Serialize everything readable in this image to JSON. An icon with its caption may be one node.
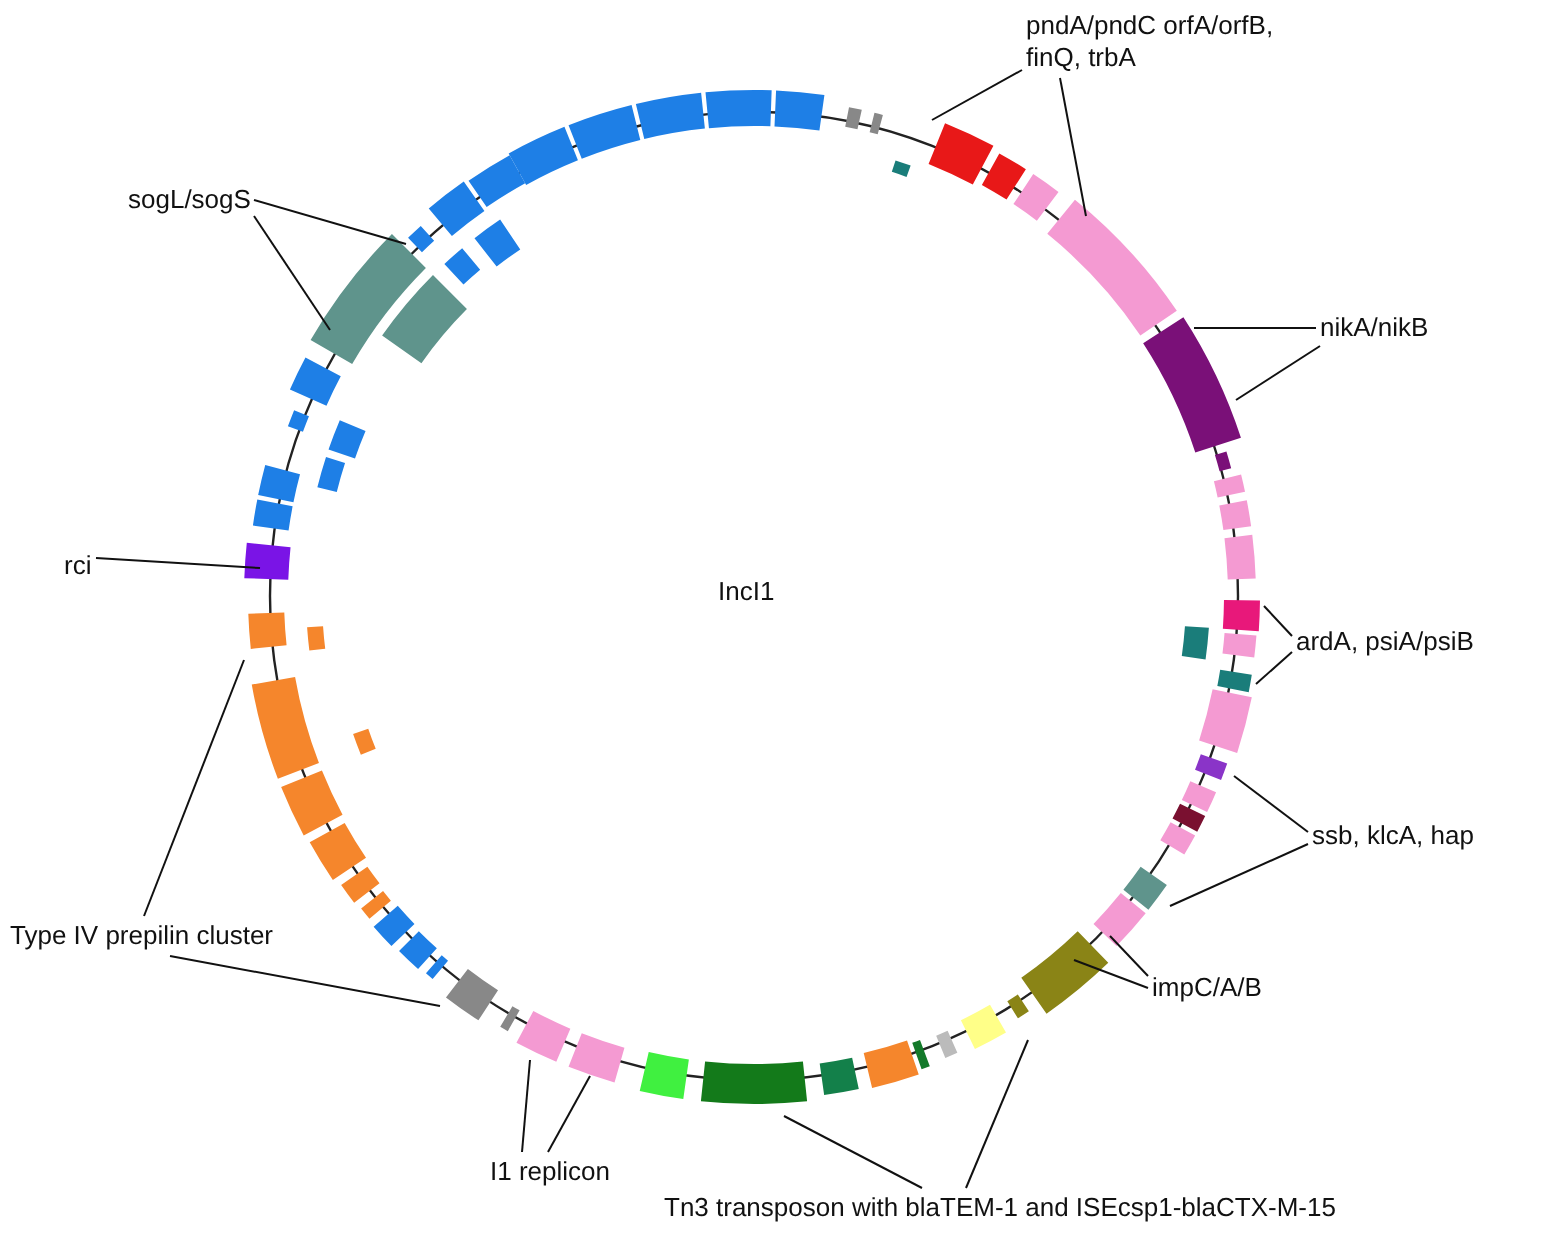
{
  "diagram": {
    "nodes": [
      {
        "text": [
          "pndA/pndC orfA/orfB, finQ, trbA"
        ]
      },
      {
        "text": [
          "nikA/nikB"
        ]
      },
      {
        "text": [
          "ardA, psiA/psiB"
        ]
      },
      {
        "text": [
          "ssb, klcA, hap"
        ]
      },
      {
        "text": [
          "impC/A/B"
        ]
      },
      {
        "text": [
          "Tn3 transposon with blaTEM-1 and ISEcsp1-blaCTX-M-15"
        ]
      },
      {
        "text": [
          "I1 replicon"
        ]
      },
      {
        "text": [
          "Type IV prepilin cluster"
        ]
      },
      {
        "text": [
          "rci"
        ]
      },
      {
        "text": [
          "sogL/sogS"
        ]
      }
    ],
    "edges": [
      {
        "from": 0,
        "to": null,
        "arrow": "none"
      },
      {
        "from": 0,
        "to": null,
        "arrow": "none"
      },
      {
        "from": 1,
        "to": null,
        "arrow": "none"
      },
      {
        "from": 1,
        "to": null,
        "arrow": "none"
      },
      {
        "from": 2,
        "to": null,
        "arrow": "none"
      },
      {
        "from": 2,
        "to": null,
        "arrow": "none"
      },
      {
        "from": 3,
        "to": null,
        "arrow": "none"
      },
      {
        "from": 3,
        "to": null,
        "arrow": "none"
      },
      {
        "from": 4,
        "to": null,
        "arrow": "none"
      },
      {
        "from": 4,
        "to": null,
        "arrow": "none"
      },
      {
        "from": 5,
        "to": null,
        "arrow": "none"
      },
      {
        "from": 5,
        "to": null,
        "arrow": "none"
      },
      {
        "from": 6,
        "to": null,
        "arrow": "none"
      },
      {
        "from": 6,
        "to": null,
        "arrow": "none"
      },
      {
        "from": 7,
        "to": null,
        "arrow": "none"
      },
      {
        "from": 7,
        "to": null,
        "arrow": "none"
      },
      {
        "from": 8,
        "to": null,
        "arrow": "none"
      },
      {
        "from": 9,
        "to": null,
        "arrow": "none"
      },
      {
        "from": 9,
        "to": null,
        "arrow": "none"
      }
    ],
    "labels": [
      "IncI1"
    ]
  }
}
